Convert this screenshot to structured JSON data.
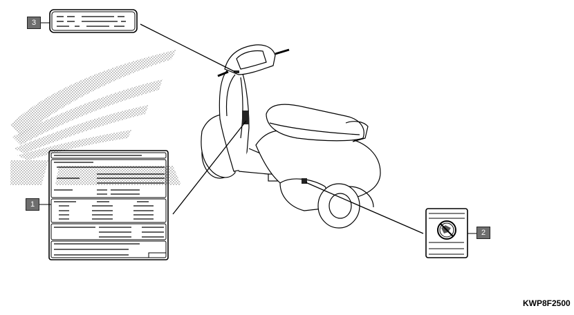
{
  "figure_code": "KWP8F2500",
  "callouts": [
    {
      "number": "1",
      "item": "label-1"
    },
    {
      "number": "2",
      "item": "label-2"
    },
    {
      "number": "3",
      "item": "label-3"
    }
  ],
  "colors": {
    "callout_fill": "#6e6e6e",
    "line": "#000000",
    "logo_dots": "#9a9a9a"
  },
  "icons": {
    "label_2_symbol": "prohibition-circle-icon",
    "background": "wing-logo-watermark"
  }
}
